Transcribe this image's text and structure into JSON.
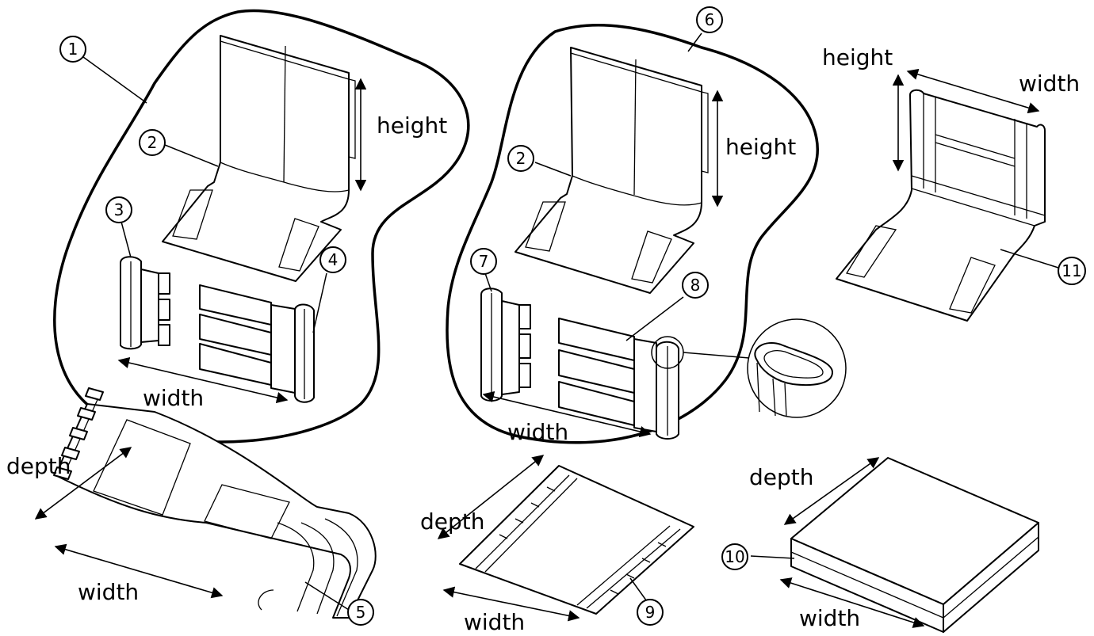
{
  "labels": {
    "width": "width",
    "height": "height",
    "depth": "depth"
  },
  "callouts": [
    "1",
    "2",
    "3",
    "4",
    "5",
    "6",
    "7",
    "8",
    "9",
    "10",
    "11"
  ]
}
